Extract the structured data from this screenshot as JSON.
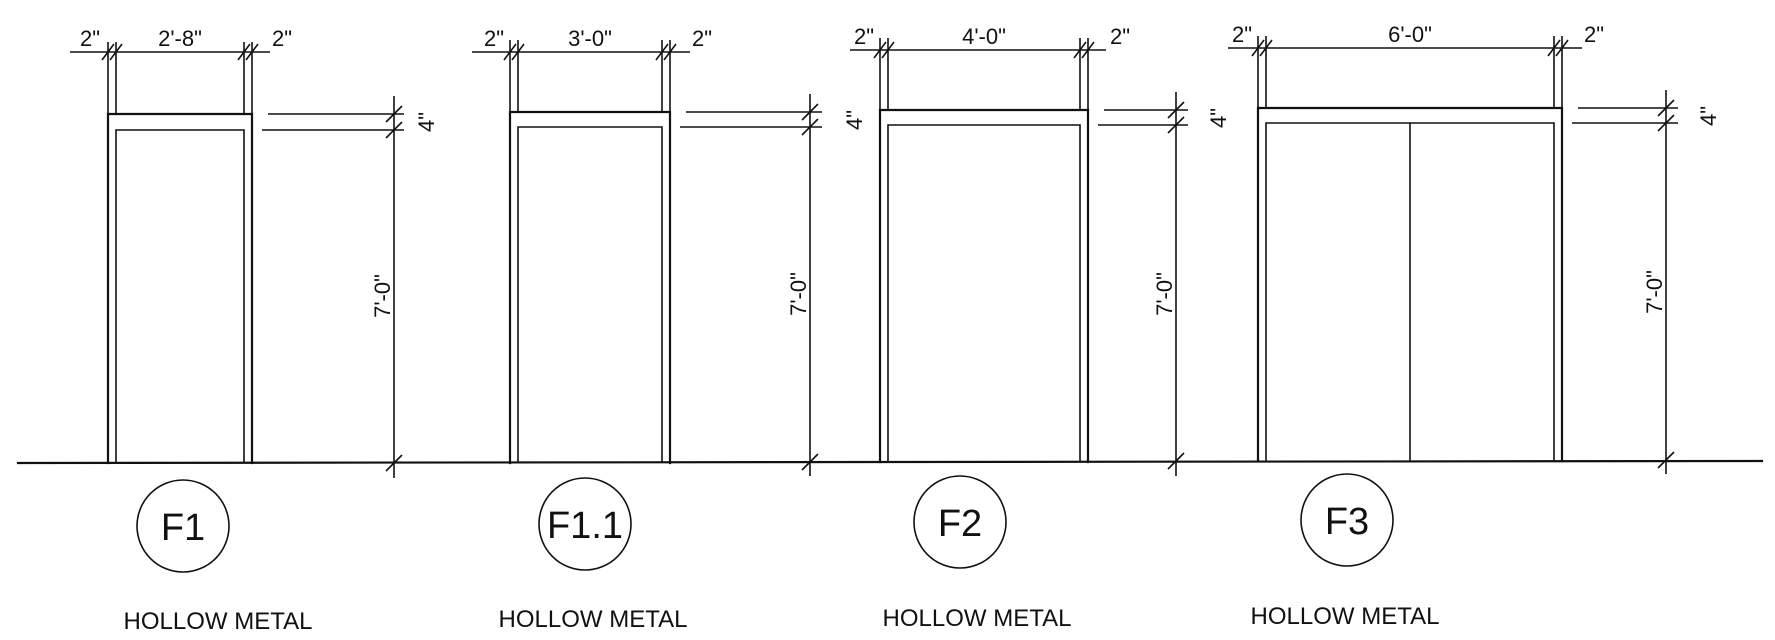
{
  "frames": [
    {
      "tag": "F1",
      "material": "HOLLOW METAL",
      "jamb_left": "2\"",
      "opening_width": "2'-8\"",
      "jamb_right": "2\"",
      "head": "4\"",
      "opening_height": "7'-0\"",
      "leaves": 1
    },
    {
      "tag": "F1.1",
      "material": "HOLLOW METAL",
      "jamb_left": "2\"",
      "opening_width": "3'-0\"",
      "jamb_right": "2\"",
      "head": "4\"",
      "opening_height": "7'-0\"",
      "leaves": 1
    },
    {
      "tag": "F2",
      "material": "HOLLOW METAL",
      "jamb_left": "2\"",
      "opening_width": "4'-0\"",
      "jamb_right": "2\"",
      "head": "4\"",
      "opening_height": "7'-0\"",
      "leaves": 1
    },
    {
      "tag": "F3",
      "material": "HOLLOW METAL",
      "jamb_left": "2\"",
      "opening_width": "6'-0\"",
      "jamb_right": "2\"",
      "head": "4\"",
      "opening_height": "7'-0\"",
      "leaves": 2
    }
  ]
}
